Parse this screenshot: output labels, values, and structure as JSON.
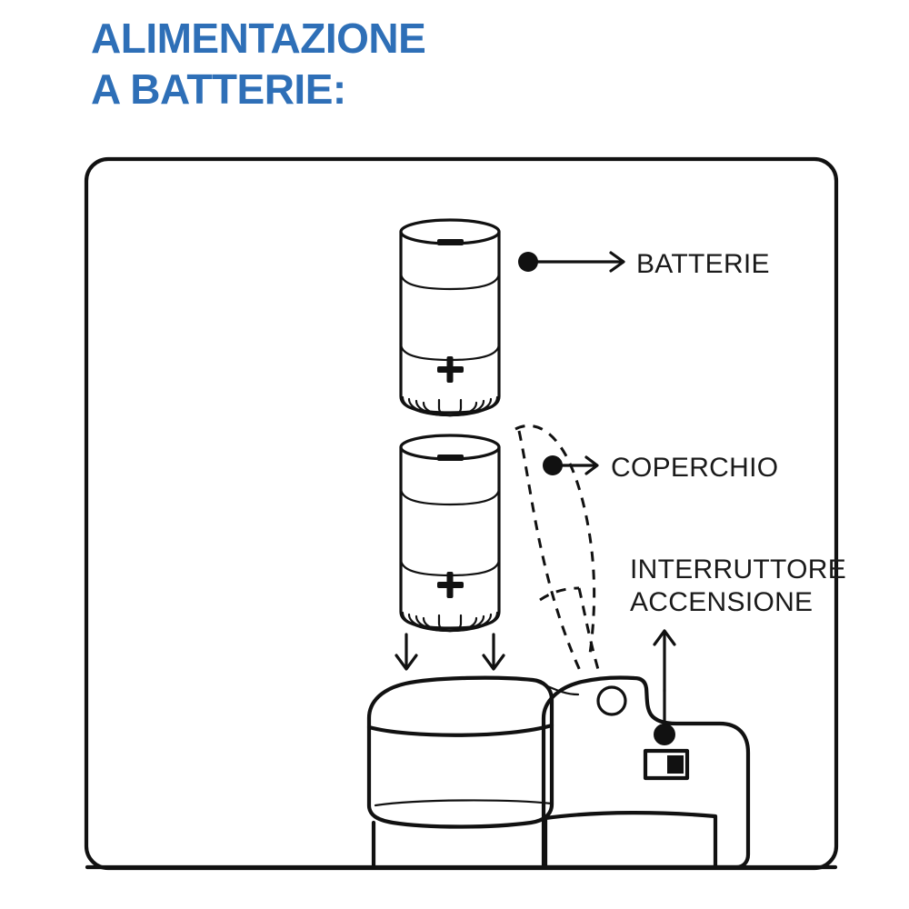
{
  "heading": {
    "line1": "ALIMENTAZIONE",
    "line2": "A BATTERIE:",
    "full": "ALIMENTAZIONE\nA BATTERIE:",
    "color": "#2E6FB7"
  },
  "colors": {
    "heading_blue": "#2E6FB7",
    "line_black": "#111111",
    "background": "#FFFFFF"
  },
  "frame": {
    "name": "illustration-panel",
    "border_color": "#111111"
  },
  "callouts": [
    {
      "id": "batterie",
      "label": "BATTERIE",
      "marker": "bullet-dot",
      "arrow": "arrow-right"
    },
    {
      "id": "coperchio",
      "label": "COPERCHIO",
      "marker": "bullet-dot",
      "arrow": "arrow-right"
    },
    {
      "id": "interruttore",
      "label_line1": "INTERRUTTORE",
      "label_line2": "ACCENSIONE",
      "marker": "bullet-dot",
      "arrow": "arrow-up"
    }
  ],
  "batteries": [
    {
      "id": "battery-top",
      "negative_symbol": "−",
      "positive_symbol": "+"
    },
    {
      "id": "battery-bottom",
      "negative_symbol": "−",
      "positive_symbol": "+"
    }
  ],
  "insert_arrows": {
    "name": "battery-insert-arrows",
    "count": 2,
    "direction": "down"
  },
  "cover": {
    "name": "cover-outline",
    "style": "dashed",
    "note": "removed lid shown with dashed outline"
  },
  "device": {
    "name": "device-body",
    "parts": [
      "battery-compartment-cap",
      "housing",
      "indicator-circle",
      "power-switch"
    ]
  },
  "power_switch": {
    "name": "power-switch",
    "state_marker": "filled-square-right"
  }
}
